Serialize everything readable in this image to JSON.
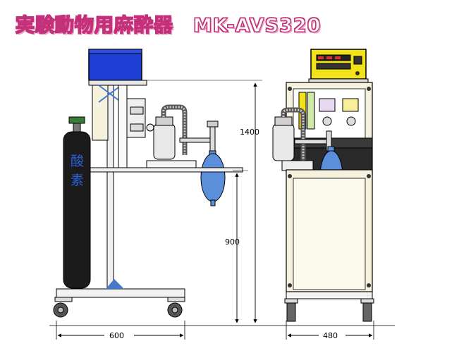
{
  "title": "実験動物用麻酔器　MK-AVS320",
  "dimensions": {
    "height_total": "1400",
    "height_table": "900",
    "width_side": "600",
    "width_front": "480"
  },
  "cylinder_label": {
    "char1": "酸",
    "char2": "素"
  },
  "colors": {
    "title_outline": "#c4307a",
    "monitor": "#1f3fd6",
    "cylinder": "#1b1b1b",
    "cylinder_text": "#2b5fd6",
    "bag": "#5b8fd9",
    "panel_yellow": "#f2e21a",
    "cabinet": "#f5f1dc"
  }
}
